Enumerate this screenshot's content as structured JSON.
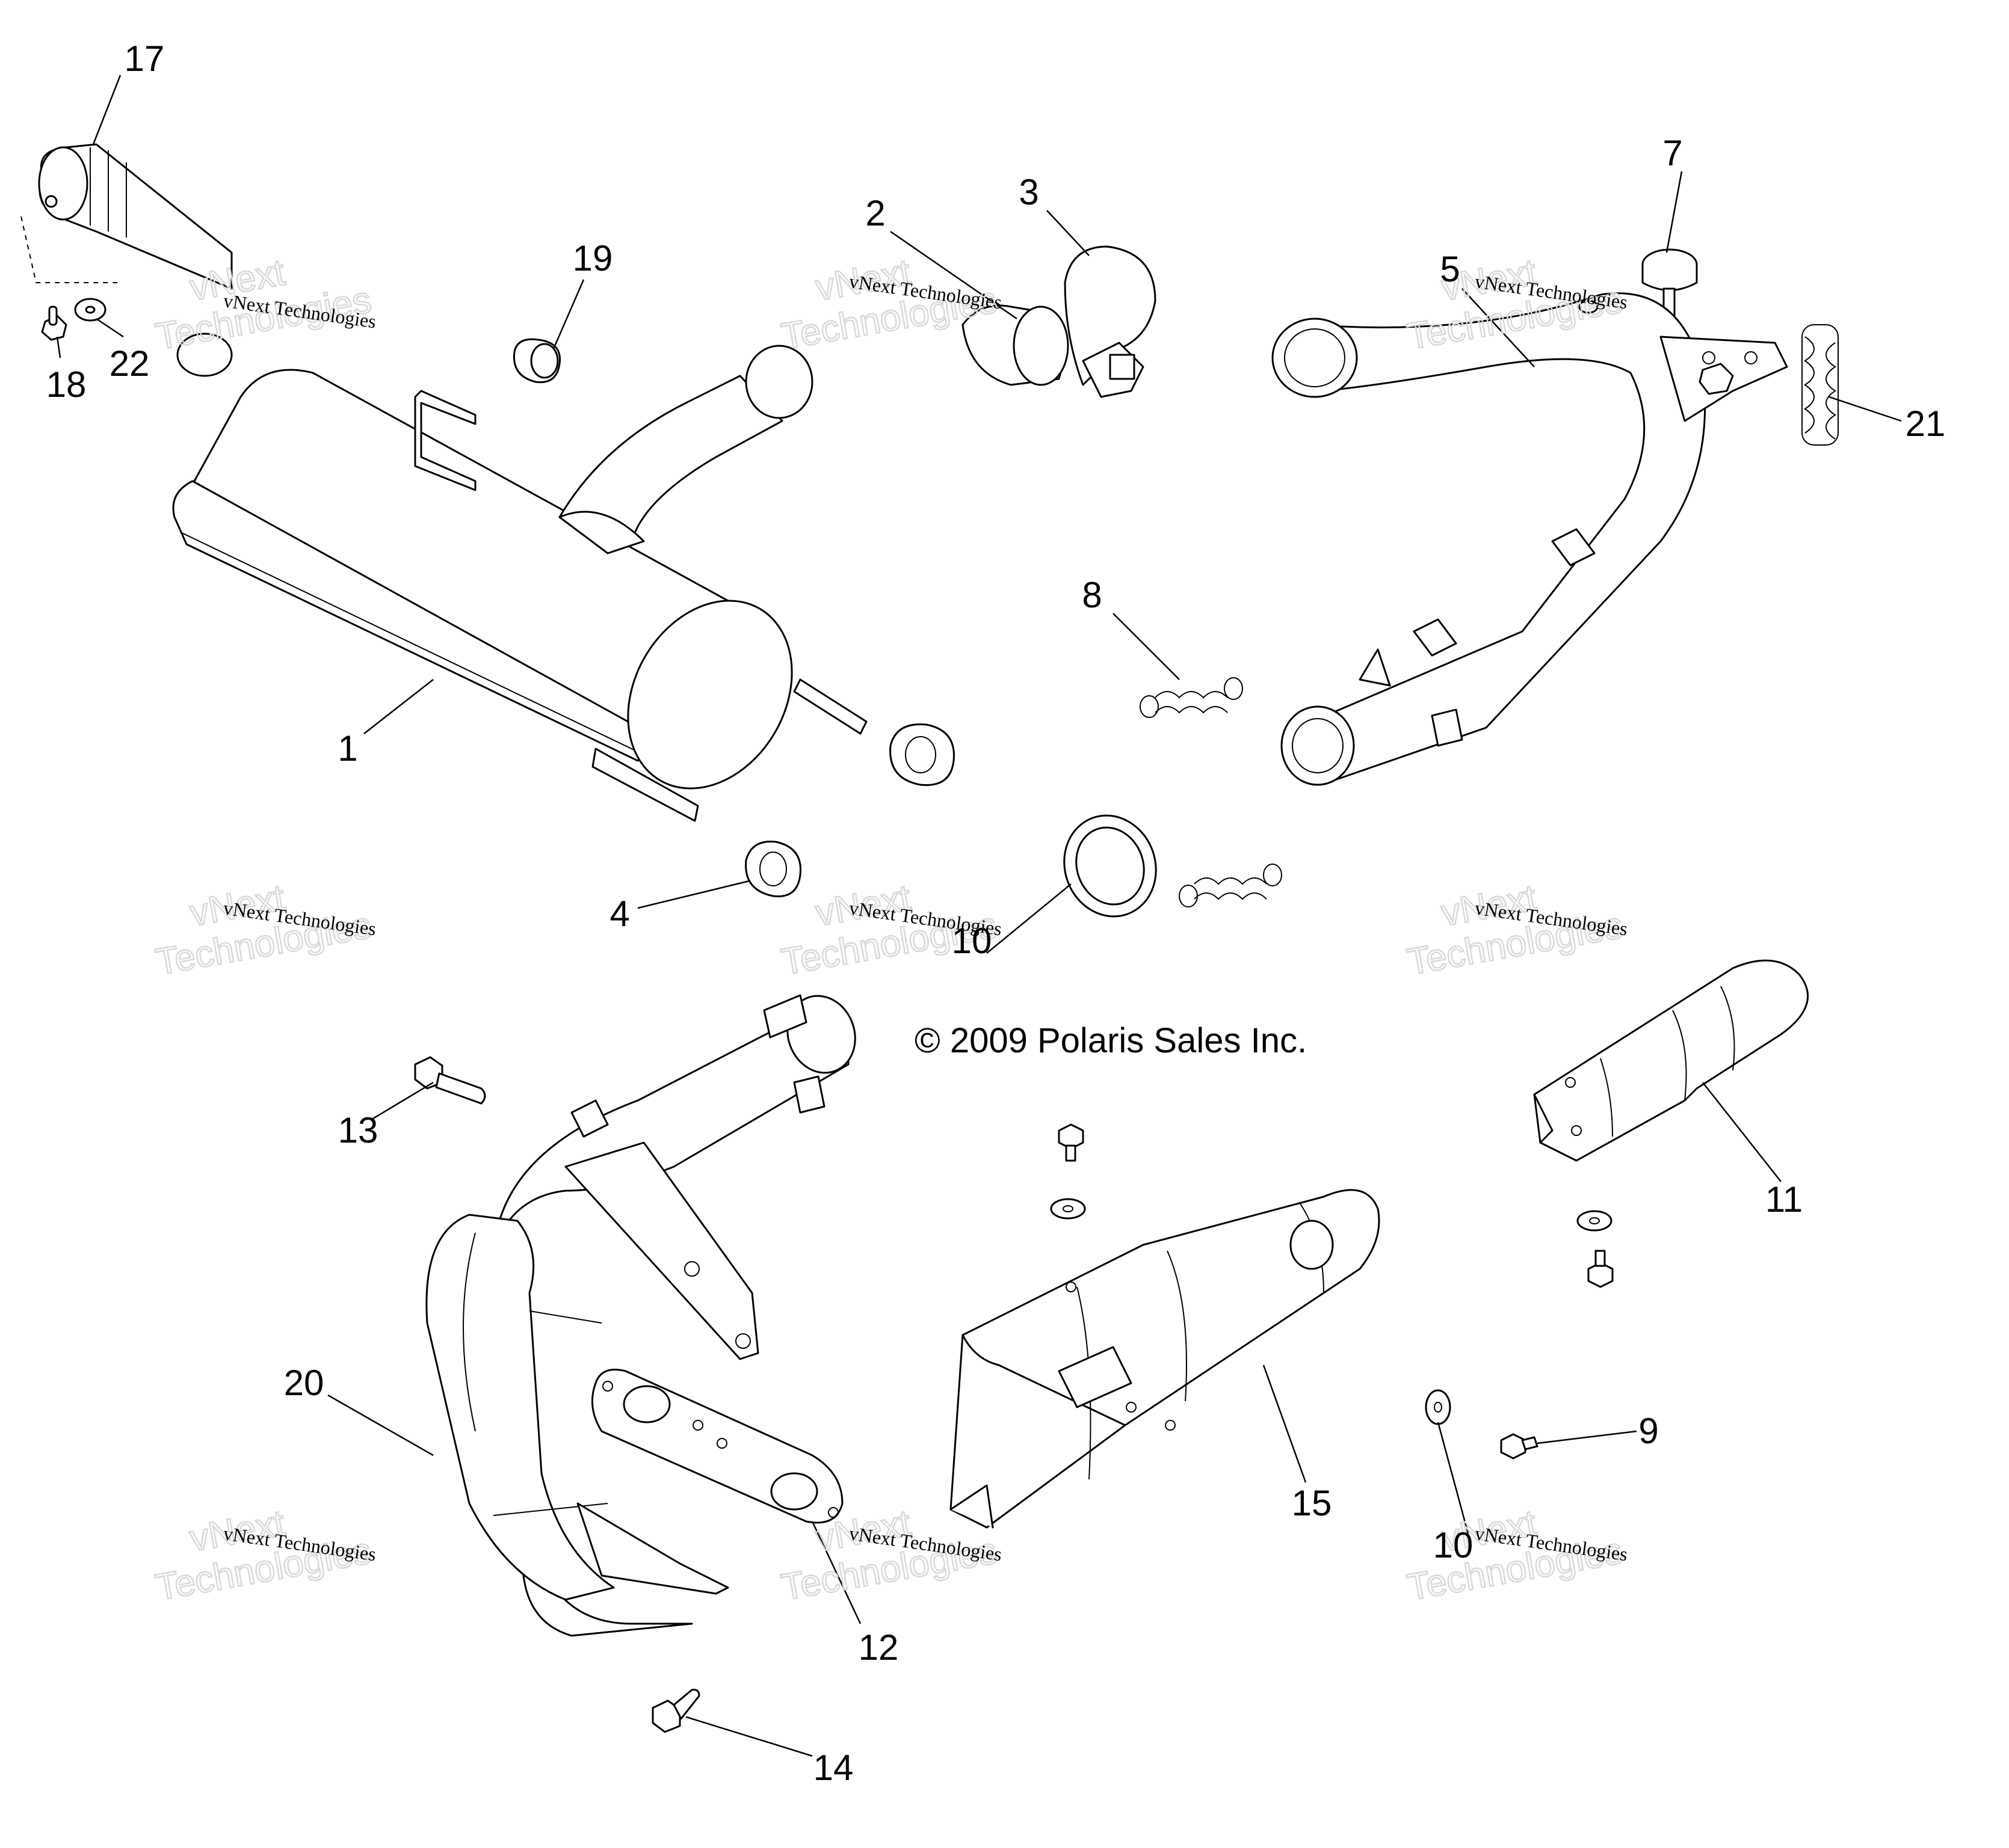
{
  "diagram": {
    "copyright": "© 2009 Polaris Sales Inc.",
    "watermark_small": "vNext Technologies",
    "watermark_big_line1": "vNext",
    "watermark_big_line2": "Technologies",
    "callouts": {
      "c1": "1",
      "c2": "2",
      "c3": "3",
      "c4": "4",
      "c5": "5",
      "c7": "7",
      "c8": "8",
      "c9": "9",
      "c10a": "10",
      "c10b": "10",
      "c11": "11",
      "c12": "12",
      "c13": "13",
      "c14": "14",
      "c15": "15",
      "c17": "17",
      "c18": "18",
      "c19": "19",
      "c20": "20",
      "c21": "21",
      "c22": "22"
    }
  }
}
